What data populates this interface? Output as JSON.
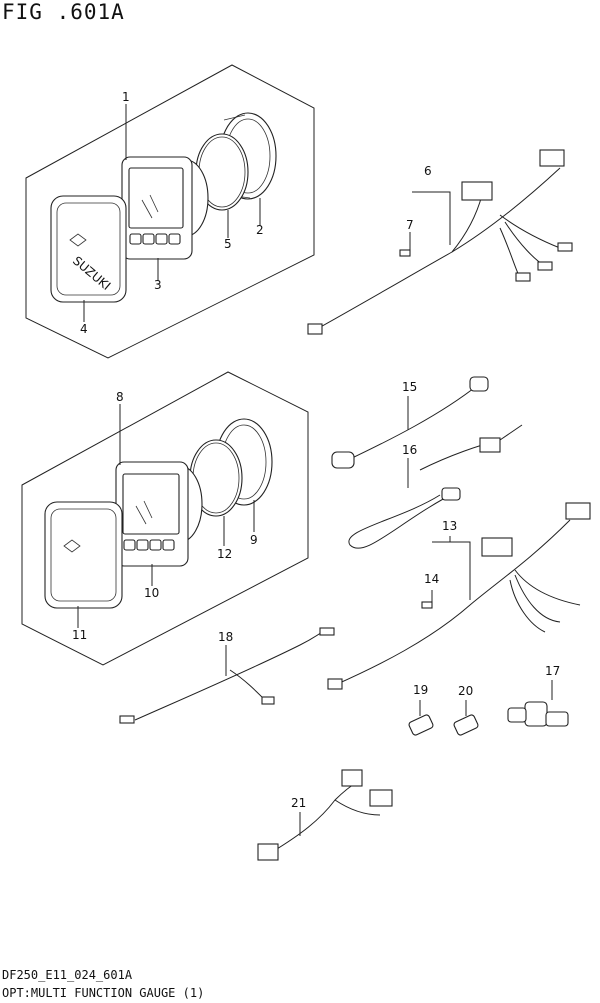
{
  "figure_title": "FIG .601A",
  "footer_code": "DF250_E11_024_601A",
  "footer_caption": "OPT:MULTI FUNCTION GAUGE (1)",
  "callouts": [
    "1",
    "2",
    "3",
    "4",
    "5",
    "6",
    "7",
    "8",
    "9",
    "10",
    "11",
    "12",
    "13",
    "14",
    "15",
    "16",
    "17",
    "18",
    "19",
    "20",
    "21"
  ],
  "logo_text": "SUZUKI"
}
